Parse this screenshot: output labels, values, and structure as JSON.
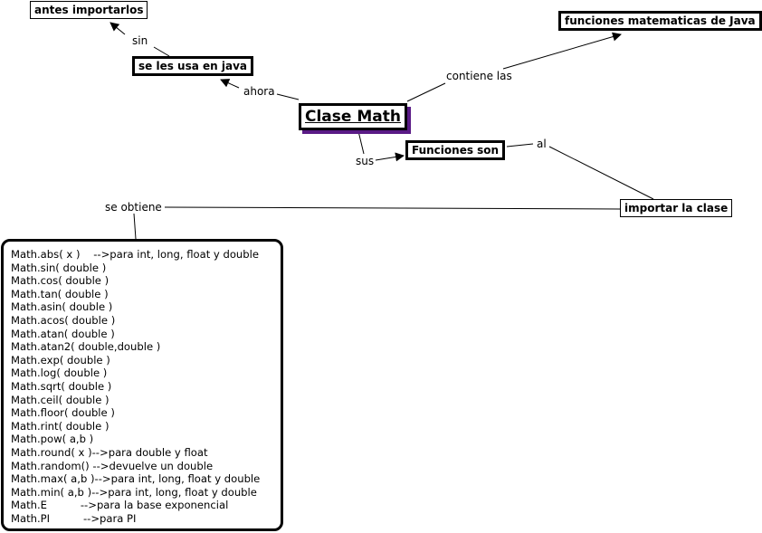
{
  "nodes": {
    "clase_math": "Clase Math",
    "antes_importarlos": "antes importarlos",
    "se_les_usa": "se les usa en java",
    "funciones_matematicas": "funciones matematicas de Java",
    "funciones_son": "Funciones son",
    "importar_clase": "importar la clase"
  },
  "link_labels": {
    "sin": "sin",
    "ahora": "ahora",
    "contiene_las": "contiene las",
    "sus": "sus",
    "al": "al",
    "se_obtiene": "se obtiene"
  },
  "methods": [
    "Math.abs( x )    -->para int, long, float y double",
    "Math.sin( double )",
    "Math.cos( double )",
    "Math.tan( double )",
    "Math.asin( double )",
    "Math.acos( double )",
    "Math.atan( double )",
    "Math.atan2( double,double )",
    "Math.exp( double )",
    "Math.log( double )",
    "Math.sqrt( double )",
    "Math.ceil( double )",
    "Math.floor( double )",
    "Math.rint( double )",
    "Math.pow( a,b )",
    "Math.round( x )-->para double y float",
    "Math.random() -->devuelve un double",
    "Math.max( a,b )-->para int, long, float y double",
    "Math.min( a,b )-->para int, long, float y double",
    "Math.E          -->para la base exponencial",
    "Math.PI          -->para PI"
  ],
  "colors": {
    "shadow": "#5a1a86",
    "line": "#000000"
  }
}
